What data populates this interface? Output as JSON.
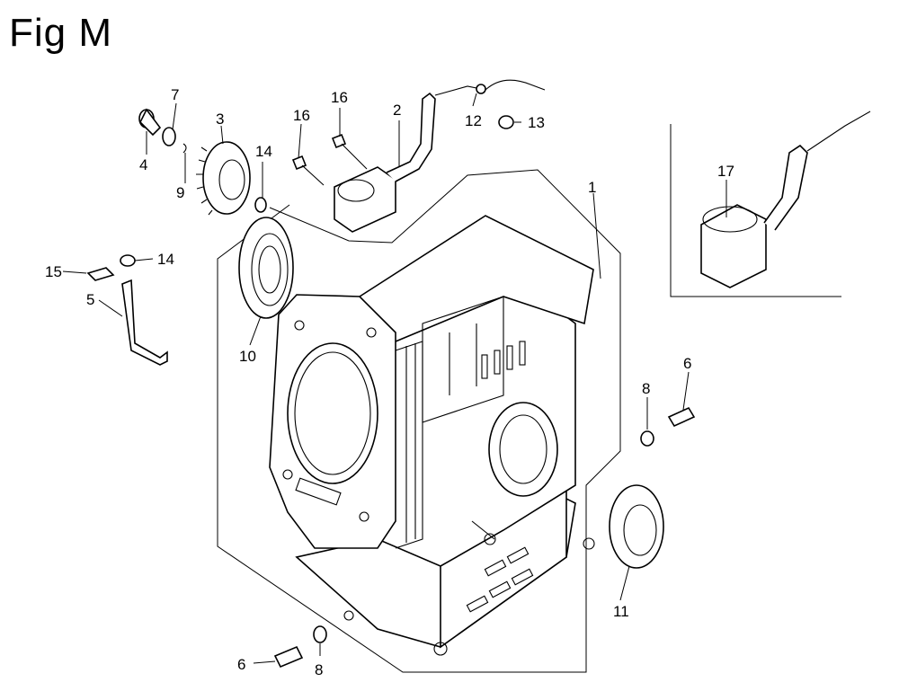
{
  "figure": {
    "title": "Fig M"
  },
  "callouts": [
    {
      "id": "c-1",
      "text": "1"
    },
    {
      "id": "c-2",
      "text": "2"
    },
    {
      "id": "c-3",
      "text": "3"
    },
    {
      "id": "c-4",
      "text": "4"
    },
    {
      "id": "c-5",
      "text": "5"
    },
    {
      "id": "c-6a",
      "text": "6"
    },
    {
      "id": "c-6b",
      "text": "6"
    },
    {
      "id": "c-7",
      "text": "7"
    },
    {
      "id": "c-8a",
      "text": "8"
    },
    {
      "id": "c-8b",
      "text": "8"
    },
    {
      "id": "c-9",
      "text": "9"
    },
    {
      "id": "c-10",
      "text": "10"
    },
    {
      "id": "c-11",
      "text": "11"
    },
    {
      "id": "c-12",
      "text": "12"
    },
    {
      "id": "c-13",
      "text": "13"
    },
    {
      "id": "c-14a",
      "text": "14"
    },
    {
      "id": "c-14b",
      "text": "14"
    },
    {
      "id": "c-15",
      "text": "15"
    },
    {
      "id": "c-16a",
      "text": "16"
    },
    {
      "id": "c-16b",
      "text": "16"
    },
    {
      "id": "c-17",
      "text": "17"
    }
  ]
}
